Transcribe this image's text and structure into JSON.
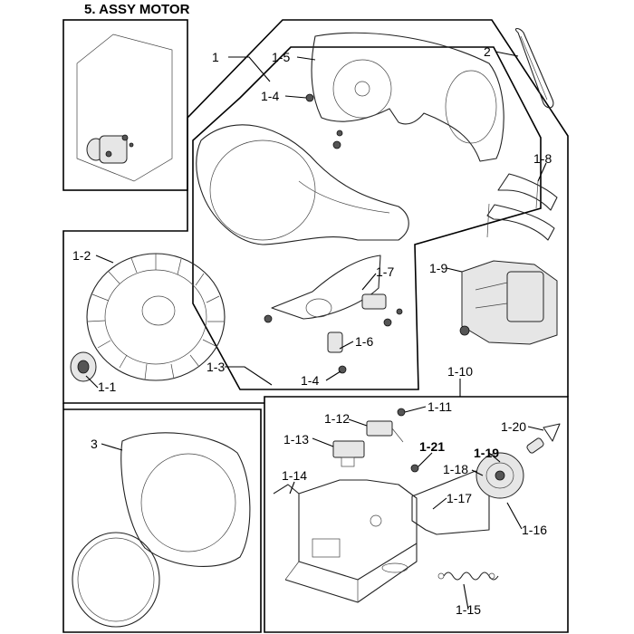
{
  "title": "5. ASSY MOTOR",
  "labels": {
    "p1": "1",
    "p1_5": "1-5",
    "p1_4a": "1-4",
    "p2": "2",
    "p1_8": "1-8",
    "p1_2": "1-2",
    "p1_7": "1-7",
    "p1_9": "1-9",
    "p1_6": "1-6",
    "p1_3": "1-3",
    "p1_4b": "1-4",
    "p1_1": "1-1",
    "p1_10": "1-10",
    "p1_11": "1-11",
    "p1_12": "1-12",
    "p1_20": "1-20",
    "p3": "3",
    "p1_13": "1-13",
    "p1_21": "1-21",
    "p1_19": "1-19",
    "p1_18": "1-18",
    "p1_14": "1-14",
    "p1_17": "1-17",
    "p1_16": "1-16",
    "p1_15": "1-15"
  }
}
